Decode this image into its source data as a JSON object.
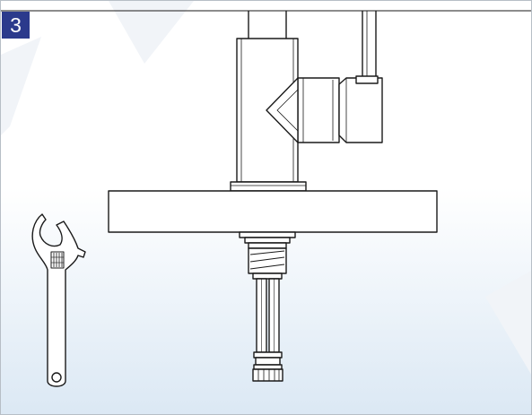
{
  "step": {
    "number": "3"
  },
  "colors": {
    "badge_bg": "#2b3a8c",
    "background_top": "#ffffff",
    "background_bottom": "#dbe8f4",
    "line": "#1a1a1a",
    "watermark": "#f0f4f8"
  },
  "icons": {
    "wrench": "adjustable-wrench-icon",
    "faucet": "kitchen-faucet-drawing",
    "countertop": "countertop-slab-drawing",
    "supply_hose": "water-supply-hose-drawing"
  }
}
